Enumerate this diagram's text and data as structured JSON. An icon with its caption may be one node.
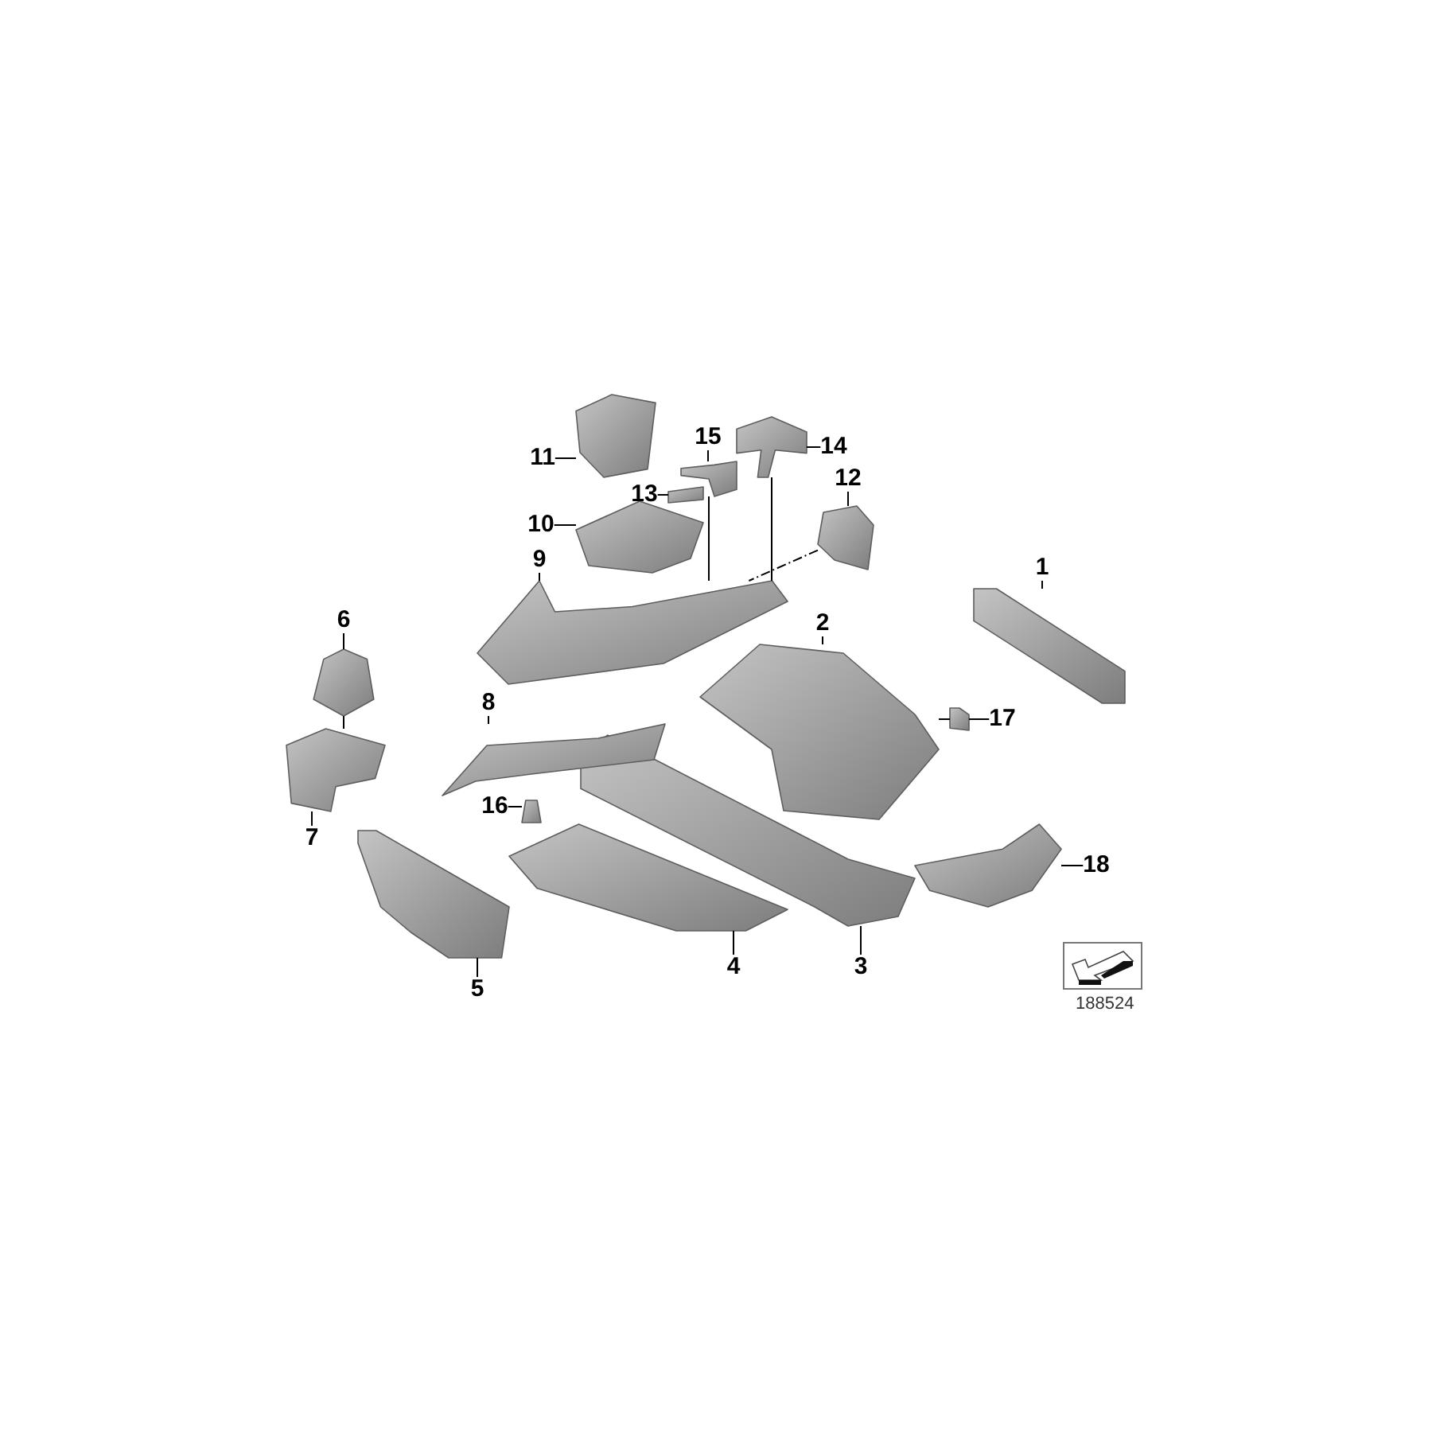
{
  "diagram": {
    "nodes": [
      {
        "text": [
          "1"
        ]
      },
      {
        "text": [
          "2"
        ]
      },
      {
        "text": [
          "3"
        ]
      },
      {
        "text": [
          "4"
        ]
      },
      {
        "text": [
          "5"
        ]
      },
      {
        "text": [
          "6"
        ]
      },
      {
        "text": [
          "7"
        ]
      },
      {
        "text": [
          "8"
        ]
      },
      {
        "text": [
          "9"
        ]
      },
      {
        "text": [
          "10"
        ]
      },
      {
        "text": [
          "11"
        ]
      },
      {
        "text": [
          "12"
        ]
      },
      {
        "text": [
          "13"
        ]
      },
      {
        "text": [
          "14"
        ]
      },
      {
        "text": [
          "15"
        ]
      },
      {
        "text": [
          "16"
        ]
      },
      {
        "text": [
          "17"
        ]
      },
      {
        "text": [
          "18"
        ]
      },
      {
        "text": [],
        "shape": "picture"
      },
      {
        "text": [],
        "shape": "picture"
      },
      {
        "text": [],
        "shape": "picture"
      },
      {
        "text": [],
        "shape": "picture"
      },
      {
        "text": [],
        "shape": "picture"
      },
      {
        "text": [],
        "shape": "picture"
      },
      {
        "text": [],
        "shape": "picture"
      },
      {
        "text": [],
        "shape": "picture"
      },
      {
        "text": [],
        "shape": "picture"
      },
      {
        "text": [],
        "shape": "picture"
      },
      {
        "text": [],
        "shape": "picture"
      },
      {
        "text": [],
        "shape": "picture"
      },
      {
        "text": [],
        "shape": "picture"
      },
      {
        "text": [],
        "shape": "picture"
      },
      {
        "text": [],
        "shape": "picture"
      },
      {
        "text": [],
        "shape": "picture"
      },
      {
        "text": [],
        "shape": "picture"
      },
      {
        "text": [],
        "shape": "picture"
      }
    ],
    "edges": [
      {
        "from": 0,
        "to": 18,
        "arrow": "none"
      },
      {
        "from": 1,
        "to": 19,
        "arrow": "none"
      },
      {
        "from": 2,
        "to": 20,
        "arrow": "none"
      },
      {
        "from": 3,
        "to": 21,
        "arrow": "none"
      },
      {
        "from": 4,
        "to": 22,
        "arrow": "none"
      },
      {
        "from": 5,
        "to": 23,
        "arrow": "none"
      },
      {
        "from": 6,
        "to": 24,
        "arrow": "none"
      },
      {
        "from": 7,
        "to": 25,
        "arrow": "none"
      },
      {
        "from": 8,
        "to": 26,
        "arrow": "none"
      },
      {
        "from": 9,
        "to": 27,
        "arrow": "none"
      },
      {
        "from": 10,
        "to": 28,
        "arrow": "none"
      },
      {
        "from": 11,
        "to": 29,
        "arrow": "none"
      },
      {
        "from": 12,
        "to": 30,
        "arrow": "none"
      },
      {
        "from": 13,
        "to": 31,
        "arrow": "none"
      },
      {
        "from": 14,
        "to": 32,
        "arrow": "none"
      },
      {
        "from": 15,
        "to": 33,
        "arrow": "none"
      },
      {
        "from": 16,
        "to": 34,
        "arrow": "none"
      },
      {
        "from": 17,
        "to": 35,
        "arrow": "none"
      },
      {
        "from": 32,
        "to": 26,
        "arrow": "none"
      },
      {
        "from": 31,
        "to": 26,
        "arrow": "none"
      },
      {
        "from": 29,
        "to": 26,
        "arrow": "none",
        "style": "dashed"
      },
      {
        "from": 23,
        "to": 24,
        "arrow": "none"
      },
      {
        "from": 34,
        "to": 19,
        "arrow": "none"
      }
    ],
    "labels": [
      "188524"
    ]
  }
}
